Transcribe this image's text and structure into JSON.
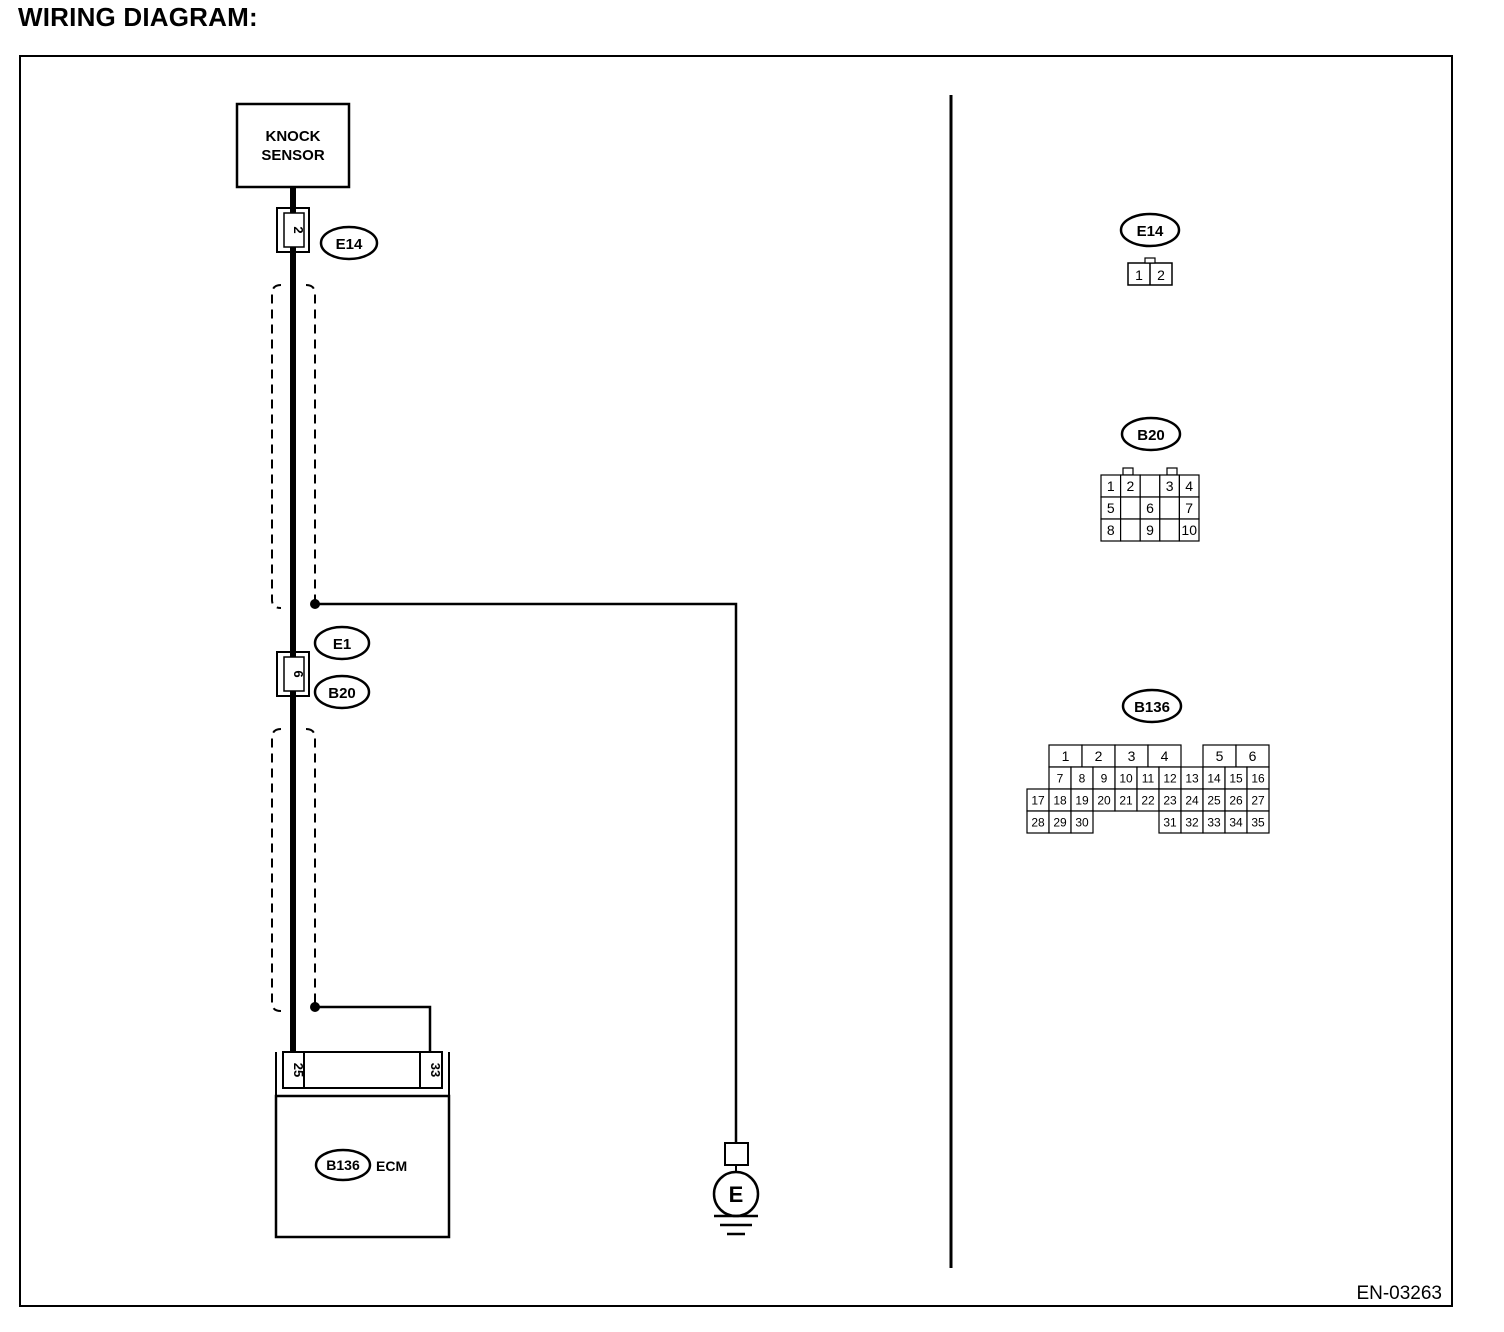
{
  "title": "WIRING DIAGRAM:",
  "reference_code": "EN-03263",
  "diagram": {
    "knock_sensor_line1": "KNOCK",
    "knock_sensor_line2": "SENSOR",
    "e14_pin": "2",
    "connector_e14": "E14",
    "connector_e1": "E1",
    "connector_b20": "B20",
    "b20_pin": "6",
    "ecm_pin_left": "25",
    "ecm_pin_right": "33",
    "connector_b136": "B136",
    "ecm_label": "ECM",
    "ground_label": "E"
  },
  "connector_views": {
    "e14": {
      "label": "E14",
      "pins": [
        "1",
        "2"
      ]
    },
    "b20": {
      "label": "B20",
      "rows": [
        [
          "1",
          "2",
          "",
          "3",
          "4"
        ],
        [
          "5",
          "",
          "6",
          "",
          "7"
        ],
        [
          "8",
          "",
          "9",
          "",
          "10"
        ]
      ]
    },
    "b136": {
      "label": "B136",
      "row1": [
        "1",
        "2",
        "3",
        "4",
        "",
        "5",
        "6"
      ],
      "row2": [
        "7",
        "8",
        "9",
        "10",
        "11",
        "12",
        "13",
        "14",
        "15",
        "16"
      ],
      "row3": [
        "17",
        "18",
        "19",
        "20",
        "21",
        "22",
        "23",
        "24",
        "25",
        "26",
        "27"
      ],
      "row4": [
        "28",
        "29",
        "30",
        "",
        "",
        "",
        "31",
        "32",
        "33",
        "34",
        "35"
      ]
    }
  }
}
